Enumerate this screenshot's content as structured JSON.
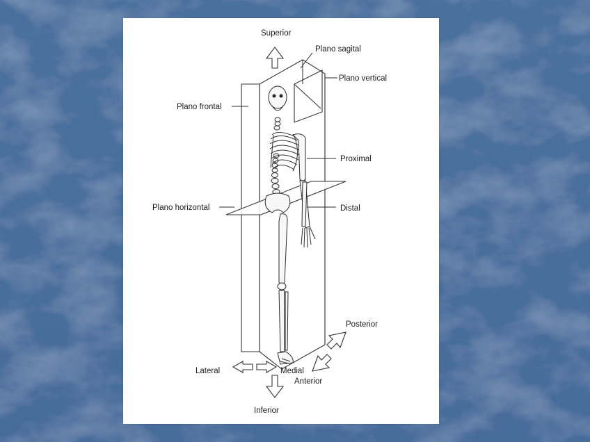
{
  "slide": {
    "background_color": "#4a6f9c",
    "card_color": "#ffffff"
  },
  "labels": {
    "superior": "Superior",
    "plano_sagital": "Plano sagital",
    "plano_vertical": "Plano vertical",
    "plano_frontal": "Plano frontal",
    "proximal": "Proximal",
    "plano_horizontal": "Plano horizontal",
    "distal": "Distal",
    "posterior": "Posterior",
    "lateral": "Lateral",
    "medial": "Medial",
    "anterior": "Anterior",
    "inferior": "Inferior"
  }
}
